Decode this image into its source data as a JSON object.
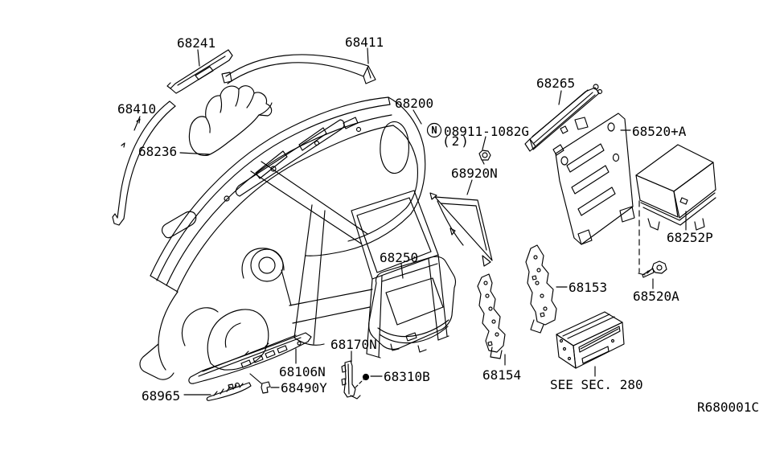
{
  "page": {
    "background_color": "#ffffff",
    "line_color": "#000000",
    "text_color": "#000000"
  },
  "labels": {
    "l68241": "68241",
    "l68411": "68411",
    "l68410": "68410",
    "l68236": "68236",
    "l68200": "68200",
    "fastener_symbol": "N",
    "fastener_part": "08911-1082G",
    "fastener_qty": "(2)",
    "l68265": "68265",
    "l68520pa": "68520+A",
    "l68920n": "68920N",
    "l68250": "68250",
    "l68252p": "68252P",
    "l68153": "68153",
    "l68520a": "68520A",
    "l68106n": "68106N",
    "l68490y": "68490Y",
    "l68965": "68965",
    "l68170n": "68170N",
    "l68310b": "68310B",
    "l68154": "68154",
    "see_section_note": "SEE SEC. 280",
    "ref_code": "R680001C"
  }
}
